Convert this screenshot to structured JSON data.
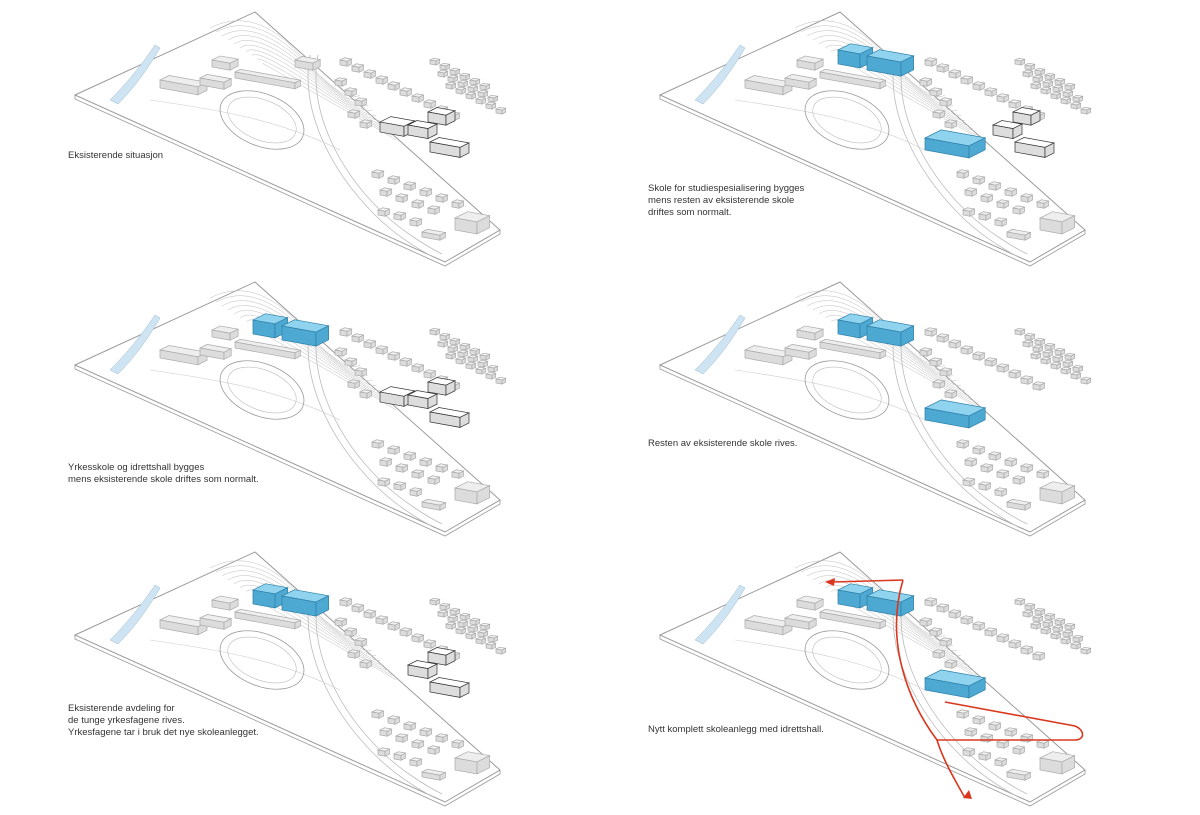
{
  "panels": [
    {
      "id": "p1",
      "caption": [
        "Eksisterende situasjon"
      ],
      "stage": {
        "existing": "full",
        "new_school": false,
        "new_vocational": false,
        "route": false
      }
    },
    {
      "id": "p2",
      "caption": [
        "Skole for studiespesialisering bygges",
        "mens resten av eksisterende skole",
        "driftes som normalt."
      ],
      "stage": {
        "existing": "partial",
        "new_school": true,
        "new_vocational": true,
        "route": false
      }
    },
    {
      "id": "p3",
      "caption": [
        "Yrkesskole og idrettshall bygges",
        "mens eksisterende skole driftes som normalt."
      ],
      "stage": {
        "existing": "full",
        "new_school": false,
        "new_vocational": true,
        "route": false
      }
    },
    {
      "id": "p4",
      "caption": [
        "Resten av eksisterende skole rives."
      ],
      "stage": {
        "existing": "none",
        "new_school": true,
        "new_vocational": true,
        "route": false
      }
    },
    {
      "id": "p5",
      "caption": [
        "Eksisterende avdeling for",
        "de tunge yrkesfagene rives.",
        "Yrkesfagene tar i bruk det nye skoleanlegget."
      ],
      "stage": {
        "existing": "partial",
        "new_school": false,
        "new_vocational": true,
        "route": false
      }
    },
    {
      "id": "p6",
      "caption": [
        "Nytt komplett skoleanlegg med idrettshall."
      ],
      "stage": {
        "existing": "none",
        "new_school": true,
        "new_vocational": true,
        "route": true
      }
    }
  ],
  "colors": {
    "new_building_top": "#8fd3ee",
    "new_building_side": "#4ea9d2",
    "existing_building": "#ffffff",
    "context_building": "#dcdcdc",
    "terrain": "#ffffff",
    "terrain_outline": "#9a9a9a",
    "river": "#cfe4f2",
    "route": "#d9381e",
    "caption_text": "#333333"
  }
}
